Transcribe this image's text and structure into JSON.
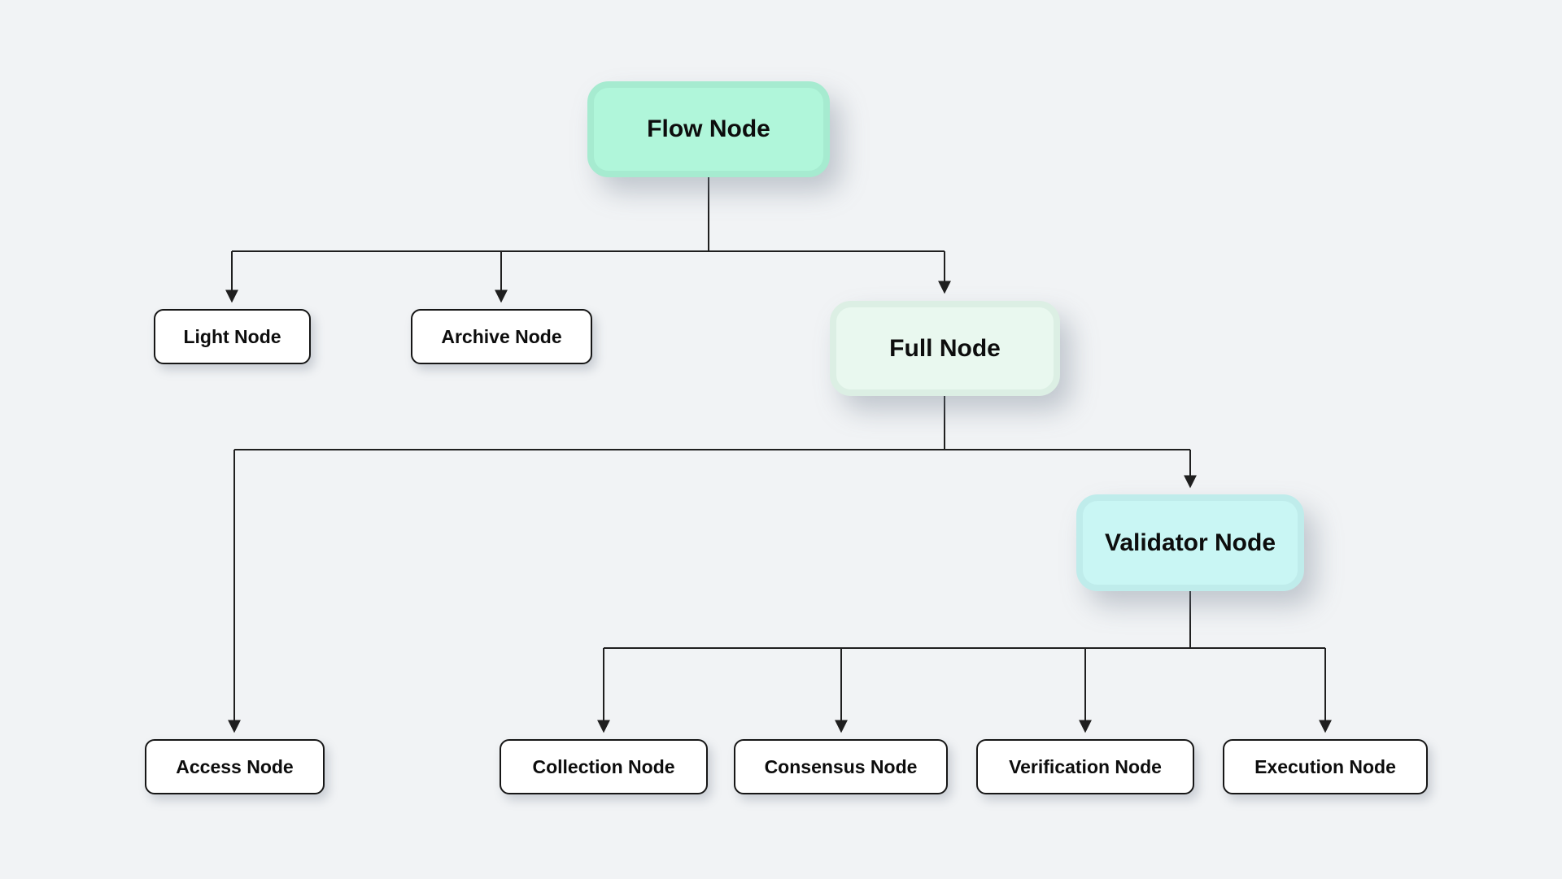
{
  "diagram": {
    "background_color": "#f1f3f5",
    "line_color": "#1f1f1f",
    "node_border_color": "#161616",
    "nodes": {
      "flow": {
        "label": "Flow Node",
        "fill": "#b0f6da",
        "rim": "#a6ebd0"
      },
      "light": {
        "label": "Light Node",
        "fill": "#ffffff"
      },
      "archive": {
        "label": "Archive Node",
        "fill": "#ffffff"
      },
      "full": {
        "label": "Full Node",
        "fill": "#e9f8ef",
        "rim": "#dcefe4"
      },
      "validator": {
        "label": "Validator Node",
        "fill": "#c9f6f4",
        "rim": "#bfeceb"
      },
      "access": {
        "label": "Access Node",
        "fill": "#ffffff"
      },
      "collection": {
        "label": "Collection Node",
        "fill": "#ffffff"
      },
      "consensus": {
        "label": "Consensus Node",
        "fill": "#ffffff"
      },
      "verification": {
        "label": "Verification Node",
        "fill": "#ffffff"
      },
      "execution": {
        "label": "Execution Node",
        "fill": "#ffffff"
      }
    },
    "edges": [
      {
        "from": "Flow Node",
        "to": "Light Node"
      },
      {
        "from": "Flow Node",
        "to": "Archive Node"
      },
      {
        "from": "Flow Node",
        "to": "Full Node"
      },
      {
        "from": "Full Node",
        "to": "Access Node"
      },
      {
        "from": "Full Node",
        "to": "Validator Node"
      },
      {
        "from": "Validator Node",
        "to": "Collection Node"
      },
      {
        "from": "Validator Node",
        "to": "Consensus Node"
      },
      {
        "from": "Validator Node",
        "to": "Verification Node"
      },
      {
        "from": "Validator Node",
        "to": "Execution Node"
      }
    ]
  }
}
